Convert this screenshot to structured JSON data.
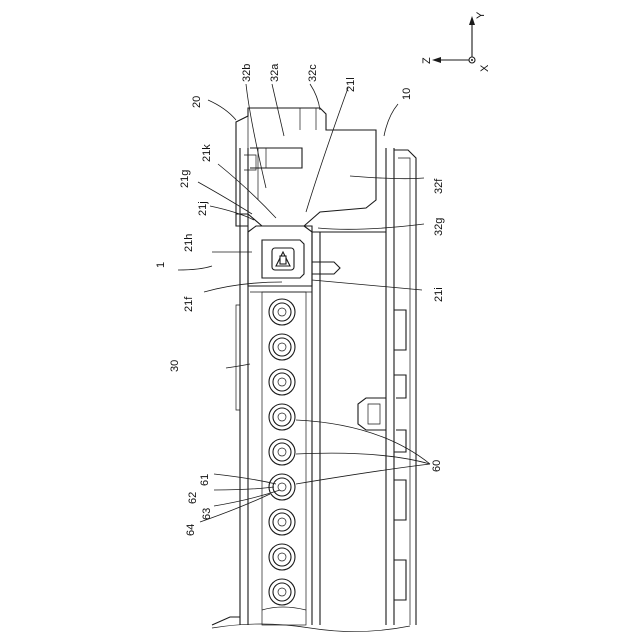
{
  "figure": {
    "axes": {
      "z": "Z",
      "y": "Y",
      "x": "X"
    },
    "labels": {
      "l1": "1",
      "l10": "10",
      "l20": "20",
      "l30": "30",
      "l60": "60",
      "l61": "61",
      "l62": "62",
      "l63": "63",
      "l64": "64",
      "l21f": "21f",
      "l21g": "21g",
      "l21h": "21h",
      "l21i": "21i",
      "l21j": "21j",
      "l21k": "21k",
      "l21l": "21l",
      "l32a": "32a",
      "l32b": "32b",
      "l32c": "32c",
      "l32f": "32f",
      "l32g": "32g"
    }
  }
}
